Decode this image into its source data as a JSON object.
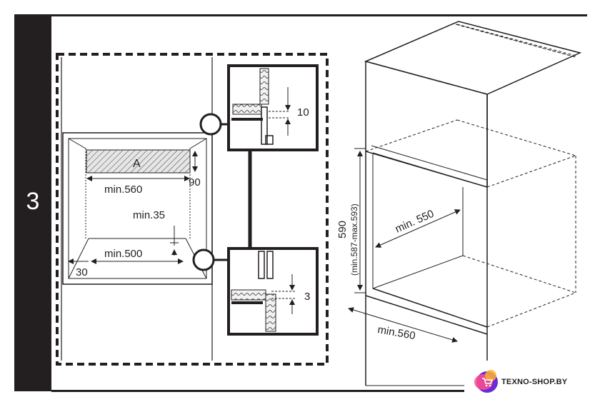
{
  "step_number": "3",
  "cabinet_view": {
    "label_a": "A",
    "dim_width_top": "min.560",
    "dim_recess": "90",
    "dim_depth_min": "min.35",
    "dim_width_bottom": "min.500",
    "dim_side": "30"
  },
  "detail_top": {
    "gap": "10"
  },
  "detail_bottom": {
    "gap": "3"
  },
  "tall_cabinet": {
    "height": "590",
    "height_range": "(min.587-max.593)",
    "depth": "min. 550",
    "width": "min.560"
  },
  "watermark": {
    "brand": "TEXNO-SHOP.BY"
  },
  "colors": {
    "line": "#231f20",
    "hatch_fill": "#d9d9d9",
    "sidebar": "#231f20"
  }
}
